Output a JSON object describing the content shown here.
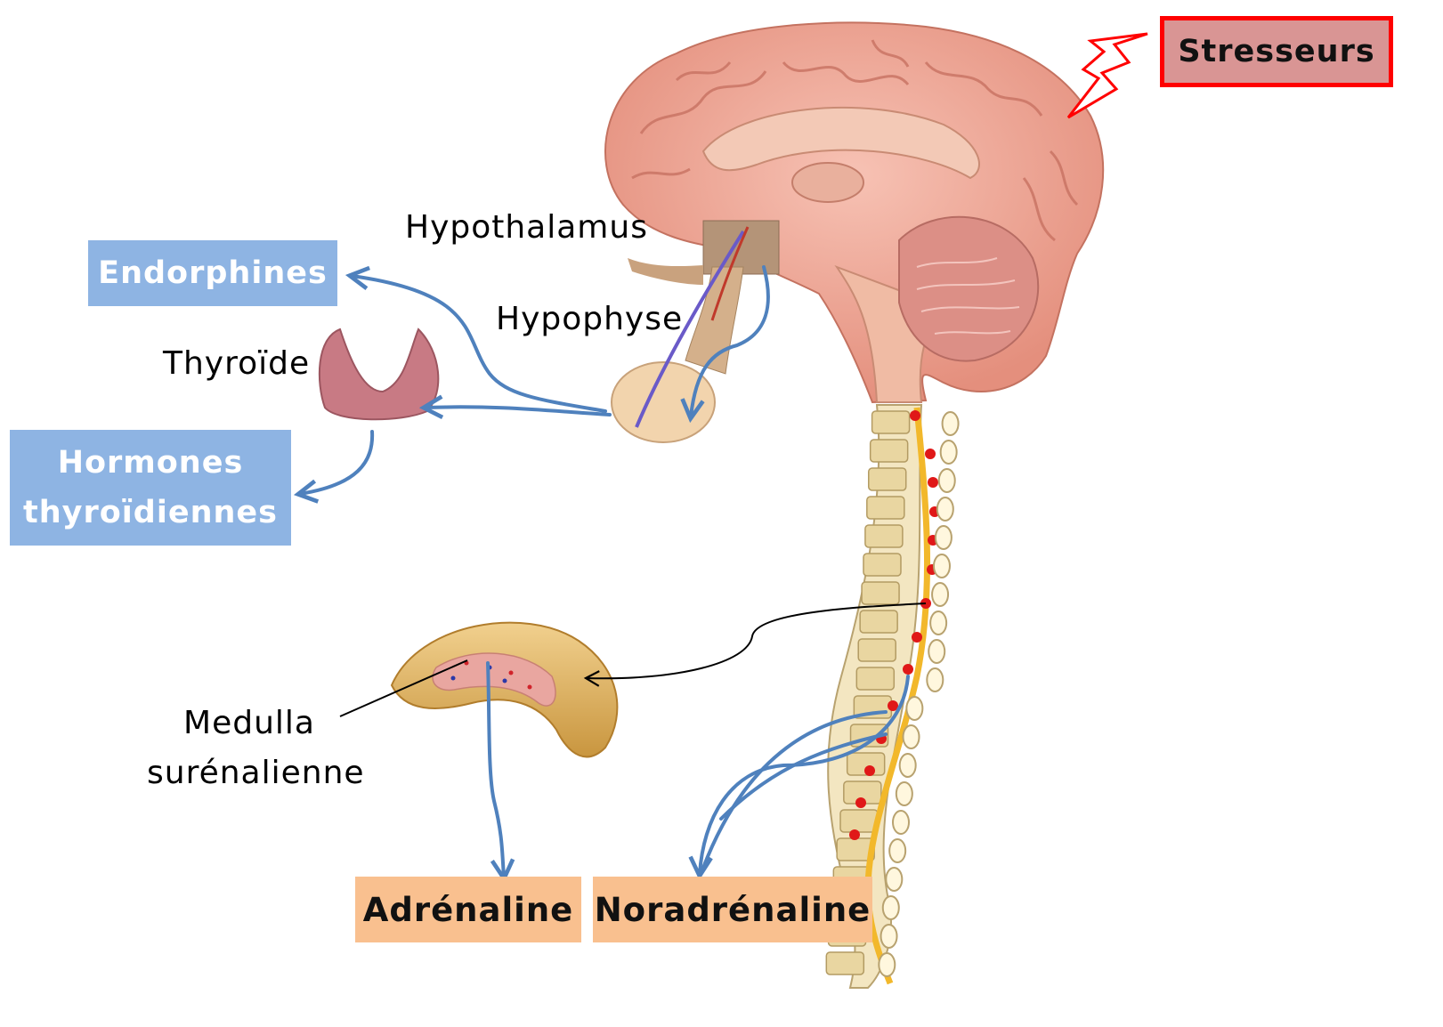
{
  "stress": {
    "label": "Stresseurs",
    "border_color": "#ff0000",
    "fill_color": "#d99594",
    "icon": "lightning-bolt-icon"
  },
  "labels": {
    "hypothalamus": "Hypothalamus",
    "hypophyse": "Hypophyse",
    "thyroide": "Thyroïde",
    "medulla_line1": "Medulla",
    "medulla_line2": "surénalienne"
  },
  "outputs": {
    "endorphines": "Endorphines",
    "hormones_line1": "Hormones",
    "hormones_line2": "thyroïdiennes",
    "adrenaline": "Adrénaline",
    "noradrenaline": "Noradrénaline"
  },
  "colors": {
    "hormone_box": "#8eb4e3",
    "catecholamine_box": "#f9c08f",
    "arrow": "#4f81bd",
    "brain": "#eea696",
    "spine": "#f1e3b8",
    "spinal_cord": "#f4c53a",
    "adrenal": "#e3b96e",
    "thyroid": "#c97b82"
  },
  "icons": [
    "brain-illustration",
    "pituitary-illustration",
    "thyroid-illustration",
    "adrenal-gland-illustration",
    "spine-illustration"
  ]
}
